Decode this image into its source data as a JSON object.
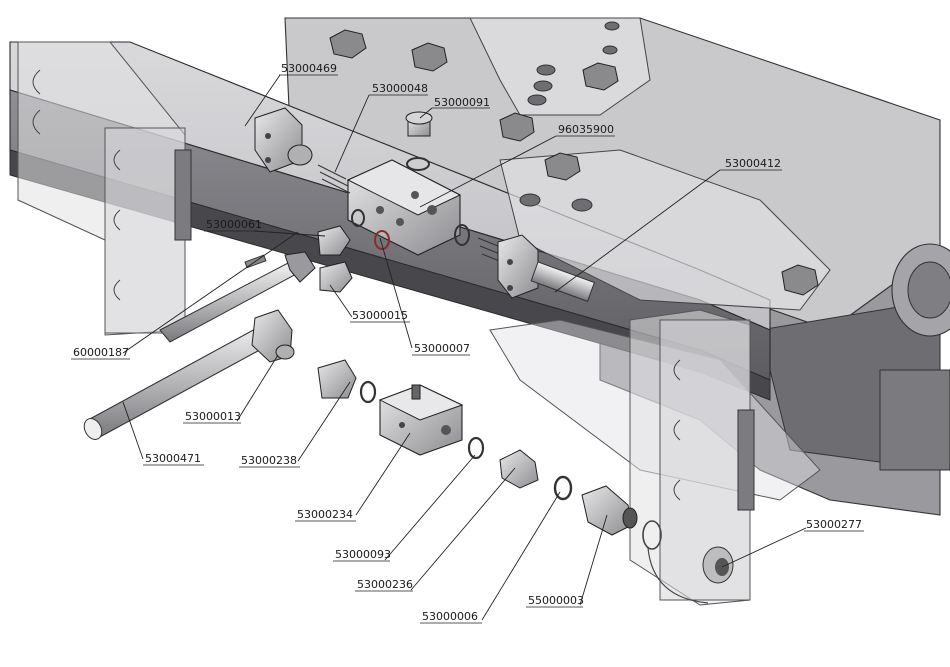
{
  "diagram": {
    "labels": [
      {
        "id": "53000469",
        "text": "53000469"
      },
      {
        "id": "53000048",
        "text": "53000048"
      },
      {
        "id": "53000091",
        "text": "53000091"
      },
      {
        "id": "96035900",
        "text": "96035900"
      },
      {
        "id": "53000412",
        "text": "53000412"
      },
      {
        "id": "53000061",
        "text": "53000061"
      },
      {
        "id": "53000015",
        "text": "53000015"
      },
      {
        "id": "53000007",
        "text": "53000007"
      },
      {
        "id": "60000187",
        "text": "60000187"
      },
      {
        "id": "53000013",
        "text": "53000013"
      },
      {
        "id": "53000471",
        "text": "53000471"
      },
      {
        "id": "53000238",
        "text": "53000238"
      },
      {
        "id": "53000234",
        "text": "53000234"
      },
      {
        "id": "53000093",
        "text": "53000093"
      },
      {
        "id": "53000236",
        "text": "53000236"
      },
      {
        "id": "53000006",
        "text": "53000006"
      },
      {
        "id": "55000003",
        "text": "55000003"
      },
      {
        "id": "53000277",
        "text": "53000277"
      }
    ]
  }
}
